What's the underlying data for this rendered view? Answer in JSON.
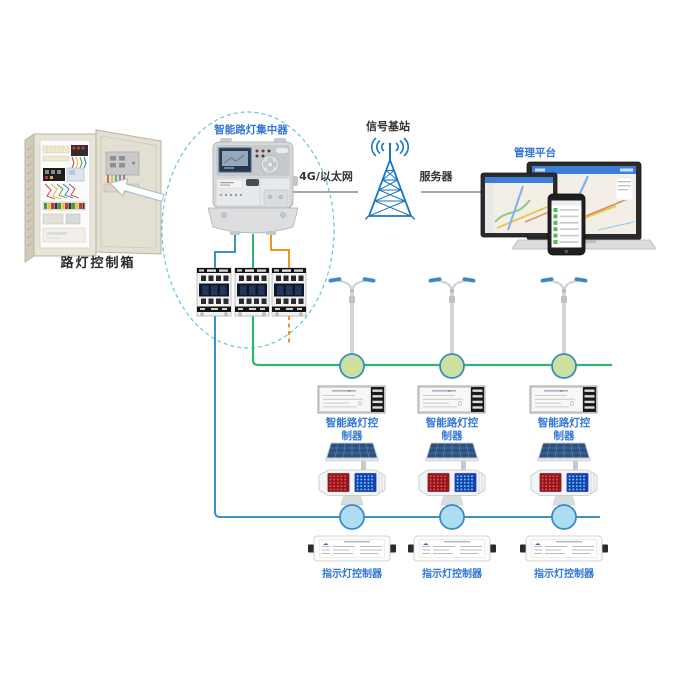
{
  "labels": {
    "cabinet": "路灯控制箱",
    "concentrator": "智能路灯集中器",
    "base_station": "信号基站",
    "link_left": "4G/以太网",
    "link_right": "服务器",
    "platform": "管理平台",
    "street_controller": "智能路灯控制器",
    "indicator_controller": "指示灯控制器"
  },
  "counts": {
    "contactors": 3,
    "street_lights": 3,
    "street_controllers": 3,
    "solar_warning_lights": 3,
    "indicator_controllers": 3
  },
  "colors": {
    "ellipse_dash": "#5ec8de",
    "line_blue": "#4090c8",
    "line_green": "#2eb573",
    "line_orange": "#f6931d",
    "node_green_fill": "#cde09e",
    "node_blue_fill": "#aedcf0",
    "node_border": "#3a8cc8",
    "label_blue": "#3277d2",
    "label_dark": "#333333",
    "tower_blue": "#1b75bb"
  }
}
